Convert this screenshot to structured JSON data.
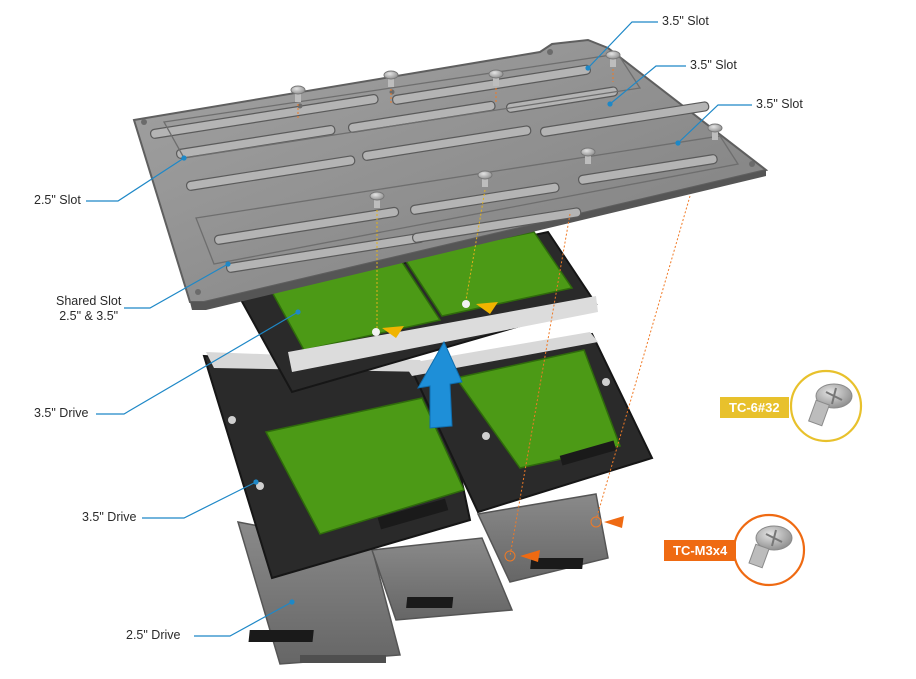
{
  "colors": {
    "plate": "#8f8f8f",
    "plate_edge": "#6a6a6a",
    "pcb": "#4c9a16",
    "drive_body": "#262626",
    "ssd": "#777777",
    "callout_line": "#1e88c7",
    "guide_line": "#f07a26",
    "arrow": "#1e8fd8",
    "badge_yellow": "#e8c12c",
    "badge_orange": "#ef6a12"
  },
  "callouts": {
    "slot_35_a": "3.5\" Slot",
    "slot_35_b": "3.5\" Slot",
    "slot_35_c": "3.5\" Slot",
    "slot_25": "2.5\" Slot",
    "shared_slot_line1": "Shared Slot",
    "shared_slot_line2": "2.5\" & 3.5\"",
    "drive_35_top": "3.5\" Drive",
    "drive_35_bottom": "3.5\" Drive",
    "drive_25": "2.5\" Drive"
  },
  "screws": {
    "tc6_label": "TC-6#32",
    "tc6_icon": "screw-icon",
    "tcm3_label": "TC-M3x4",
    "tcm3_icon": "screw-icon"
  }
}
